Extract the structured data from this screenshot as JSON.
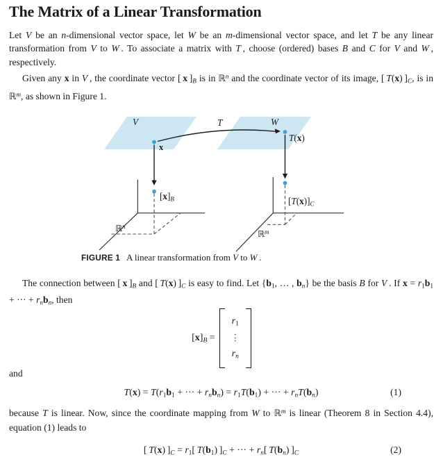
{
  "page": {
    "title": "The Matrix of a Linear Transformation"
  },
  "paragraphs": {
    "p1": [
      {
        "t": "Let ",
        "s": "n"
      },
      {
        "t": "V",
        "s": "i"
      },
      {
        "t": " be an ",
        "s": "n"
      },
      {
        "t": "n",
        "s": "i"
      },
      {
        "t": "-dimensional vector space, let ",
        "s": "n"
      },
      {
        "t": "W",
        "s": "i"
      },
      {
        "t": " be an ",
        "s": "n"
      },
      {
        "t": "m",
        "s": "i"
      },
      {
        "t": "-dimensional vector space, and let ",
        "s": "n"
      },
      {
        "t": "T",
        "s": "i"
      },
      {
        "t": " be any linear transformation from ",
        "s": "n"
      },
      {
        "t": "V",
        "s": "i"
      },
      {
        "t": " to ",
        "s": "n"
      },
      {
        "t": "W",
        "s": "i"
      },
      {
        "t": " . To associate a matrix with ",
        "s": "n"
      },
      {
        "t": "T",
        "s": "i"
      },
      {
        "t": " , choose (ordered) bases ",
        "s": "n"
      },
      {
        "t": "B",
        "s": "scr"
      },
      {
        "t": " and ",
        "s": "n"
      },
      {
        "t": "C",
        "s": "scr"
      },
      {
        "t": " for ",
        "s": "n"
      },
      {
        "t": "V",
        "s": "i"
      },
      {
        "t": " and ",
        "s": "n"
      },
      {
        "t": "W",
        "s": "i"
      },
      {
        "t": " , respectively.",
        "s": "n"
      }
    ],
    "p1b": [
      {
        "t": "Given any ",
        "s": "n"
      },
      {
        "t": "x",
        "s": "b"
      },
      {
        "t": " in ",
        "s": "n"
      },
      {
        "t": "V",
        "s": "i"
      },
      {
        "t": " , the coordinate vector ",
        "s": "n"
      },
      {
        "t": "[ ",
        "s": "n"
      },
      {
        "t": "x",
        "s": "b"
      },
      {
        "t": " ]",
        "s": "n"
      },
      {
        "t": "B",
        "s": "subscr"
      },
      {
        "t": " is in ",
        "s": "n"
      },
      {
        "t": "ℝ",
        "s": "bb"
      },
      {
        "t": "n",
        "s": "supi"
      },
      {
        "t": " and the coordinate vector of its image, ",
        "s": "n"
      },
      {
        "t": "[ ",
        "s": "n"
      },
      {
        "t": "T",
        "s": "i"
      },
      {
        "t": "(",
        "s": "n"
      },
      {
        "t": "x",
        "s": "b"
      },
      {
        "t": ") ]",
        "s": "n"
      },
      {
        "t": "C",
        "s": "subscr"
      },
      {
        "t": ", is in ",
        "s": "n"
      },
      {
        "t": "ℝ",
        "s": "bb"
      },
      {
        "t": "m",
        "s": "supi"
      },
      {
        "t": ", as shown in Figure 1.",
        "s": "n"
      }
    ],
    "p2": [
      {
        "t": "The connection between ",
        "s": "n"
      },
      {
        "t": "[ ",
        "s": "n"
      },
      {
        "t": "x",
        "s": "b"
      },
      {
        "t": " ]",
        "s": "n"
      },
      {
        "t": "B",
        "s": "subscr"
      },
      {
        "t": " and ",
        "s": "n"
      },
      {
        "t": "[ ",
        "s": "n"
      },
      {
        "t": "T",
        "s": "i"
      },
      {
        "t": "(",
        "s": "n"
      },
      {
        "t": "x",
        "s": "b"
      },
      {
        "t": ") ]",
        "s": "n"
      },
      {
        "t": "C",
        "s": "subscr"
      },
      {
        "t": " is easy to find. Let {",
        "s": "n"
      },
      {
        "t": "b",
        "s": "b"
      },
      {
        "t": "1",
        "s": "sub"
      },
      {
        "t": ", … , ",
        "s": "n"
      },
      {
        "t": "b",
        "s": "b"
      },
      {
        "t": "n",
        "s": "subi"
      },
      {
        "t": "} be the basis ",
        "s": "n"
      },
      {
        "t": "B",
        "s": "scr"
      },
      {
        "t": " for ",
        "s": "n"
      },
      {
        "t": "V",
        "s": "i"
      },
      {
        "t": " . If ",
        "s": "n"
      },
      {
        "t": "x",
        "s": "b"
      },
      {
        "t": " = ",
        "s": "n"
      },
      {
        "t": "r",
        "s": "i"
      },
      {
        "t": "1",
        "s": "sub"
      },
      {
        "t": "b",
        "s": "b"
      },
      {
        "t": "1",
        "s": "sub"
      },
      {
        "t": " + ··· + ",
        "s": "n"
      },
      {
        "t": "r",
        "s": "i"
      },
      {
        "t": "n",
        "s": "subi"
      },
      {
        "t": "b",
        "s": "b"
      },
      {
        "t": "n",
        "s": "subi"
      },
      {
        "t": ", then",
        "s": "n"
      }
    ],
    "and_label": "and",
    "p3": [
      {
        "t": "because ",
        "s": "n"
      },
      {
        "t": "T",
        "s": "i"
      },
      {
        "t": " is linear. Now, since the coordinate mapping from ",
        "s": "n"
      },
      {
        "t": "W",
        "s": "i"
      },
      {
        "t": " to ",
        "s": "n"
      },
      {
        "t": "ℝ",
        "s": "bb"
      },
      {
        "t": "m",
        "s": "supi"
      },
      {
        "t": " is linear (Theorem 8 in Section 4.4), equation (1) leads to",
        "s": "n"
      }
    ]
  },
  "figure": {
    "labels": {
      "v": [
        {
          "t": "V",
          "s": "i"
        }
      ],
      "w": [
        {
          "t": "W",
          "s": "i"
        }
      ],
      "t": [
        {
          "t": "T",
          "s": "i"
        }
      ],
      "x": [
        {
          "t": "x",
          "s": "b"
        }
      ],
      "tx": [
        {
          "t": "T",
          "s": "i"
        },
        {
          "t": "(",
          "s": "n"
        },
        {
          "t": "x",
          "s": "b"
        },
        {
          "t": ")",
          "s": "n"
        }
      ],
      "xb": [
        {
          "t": "[",
          "s": "n"
        },
        {
          "t": "x",
          "s": "b"
        },
        {
          "t": "]",
          "s": "n"
        },
        {
          "t": "B",
          "s": "subscr"
        }
      ],
      "txc": [
        {
          "t": "[",
          "s": "n"
        },
        {
          "t": "T",
          "s": "i"
        },
        {
          "t": "(",
          "s": "n"
        },
        {
          "t": "x",
          "s": "b"
        },
        {
          "t": ")]",
          "s": "n"
        },
        {
          "t": "C",
          "s": "subscr"
        }
      ],
      "rn": [
        {
          "t": "ℝ",
          "s": "bb"
        },
        {
          "t": "n",
          "s": "supi"
        }
      ],
      "rm": [
        {
          "t": "ℝ",
          "s": "bb"
        },
        {
          "t": "m",
          "s": "supi"
        }
      ]
    },
    "caption_tag": "FIGURE 1",
    "caption": [
      {
        "t": "A linear transformation from ",
        "s": "n"
      },
      {
        "t": "V",
        "s": "i"
      },
      {
        "t": " to ",
        "s": "n"
      },
      {
        "t": "W",
        "s": "i"
      },
      {
        "t": " .",
        "s": "n"
      }
    ],
    "colors": {
      "plane_fill": "#cde7f2",
      "dot": "#3ea1d8",
      "axis": "#333335",
      "dash": "#515151",
      "arrow": "#1c1c1e"
    }
  },
  "equations": {
    "vector": {
      "lhs": [
        {
          "t": "[",
          "s": "n"
        },
        {
          "t": "x",
          "s": "b"
        },
        {
          "t": "]",
          "s": "n"
        },
        {
          "t": "B",
          "s": "subscr"
        },
        {
          "t": " =",
          "s": "n"
        }
      ],
      "rows": [
        [
          {
            "t": "r",
            "s": "i"
          },
          {
            "t": "1",
            "s": "sub"
          }
        ],
        [
          {
            "t": "·",
            "s": "vd"
          },
          {
            "t": "·",
            "s": "vd"
          },
          {
            "t": "·",
            "s": "vd"
          }
        ],
        [
          {
            "t": "r",
            "s": "i"
          },
          {
            "t": "n",
            "s": "subi"
          }
        ]
      ]
    },
    "eq1": {
      "body": [
        {
          "t": "T",
          "s": "i"
        },
        {
          "t": "(",
          "s": "n"
        },
        {
          "t": "x",
          "s": "b"
        },
        {
          "t": ") = ",
          "s": "n"
        },
        {
          "t": "T",
          "s": "i"
        },
        {
          "t": "(",
          "s": "n"
        },
        {
          "t": "r",
          "s": "i"
        },
        {
          "t": "1",
          "s": "sub"
        },
        {
          "t": "b",
          "s": "b"
        },
        {
          "t": "1",
          "s": "sub"
        },
        {
          "t": " + ··· + ",
          "s": "n"
        },
        {
          "t": "r",
          "s": "i"
        },
        {
          "t": "n",
          "s": "subi"
        },
        {
          "t": "b",
          "s": "b"
        },
        {
          "t": "n",
          "s": "subi"
        },
        {
          "t": ") = ",
          "s": "n"
        },
        {
          "t": "r",
          "s": "i"
        },
        {
          "t": "1",
          "s": "sub"
        },
        {
          "t": "T",
          "s": "i"
        },
        {
          "t": "(",
          "s": "n"
        },
        {
          "t": "b",
          "s": "b"
        },
        {
          "t": "1",
          "s": "sub"
        },
        {
          "t": ") + ··· + ",
          "s": "n"
        },
        {
          "t": "r",
          "s": "i"
        },
        {
          "t": "n",
          "s": "subi"
        },
        {
          "t": "T",
          "s": "i"
        },
        {
          "t": "(",
          "s": "n"
        },
        {
          "t": "b",
          "s": "b"
        },
        {
          "t": "n",
          "s": "subi"
        },
        {
          "t": ")",
          "s": "n"
        }
      ],
      "number": "(1)"
    },
    "eq2": {
      "body": [
        {
          "t": "[ ",
          "s": "n"
        },
        {
          "t": "T",
          "s": "i"
        },
        {
          "t": "(",
          "s": "n"
        },
        {
          "t": "x",
          "s": "b"
        },
        {
          "t": ") ]",
          "s": "n"
        },
        {
          "t": "C",
          "s": "subscr"
        },
        {
          "t": " = ",
          "s": "n"
        },
        {
          "t": "r",
          "s": "i"
        },
        {
          "t": "1",
          "s": "sub"
        },
        {
          "t": "[ ",
          "s": "n"
        },
        {
          "t": "T",
          "s": "i"
        },
        {
          "t": "(",
          "s": "n"
        },
        {
          "t": "b",
          "s": "b"
        },
        {
          "t": "1",
          "s": "sub"
        },
        {
          "t": ") ]",
          "s": "n"
        },
        {
          "t": "C",
          "s": "subscr"
        },
        {
          "t": " + ··· + ",
          "s": "n"
        },
        {
          "t": "r",
          "s": "i"
        },
        {
          "t": "n",
          "s": "subi"
        },
        {
          "t": "[ ",
          "s": "n"
        },
        {
          "t": "T",
          "s": "i"
        },
        {
          "t": "(",
          "s": "n"
        },
        {
          "t": "b",
          "s": "b"
        },
        {
          "t": "n",
          "s": "subi"
        },
        {
          "t": ") ]",
          "s": "n"
        },
        {
          "t": "C",
          "s": "subscr"
        }
      ],
      "number": "(2)"
    }
  }
}
